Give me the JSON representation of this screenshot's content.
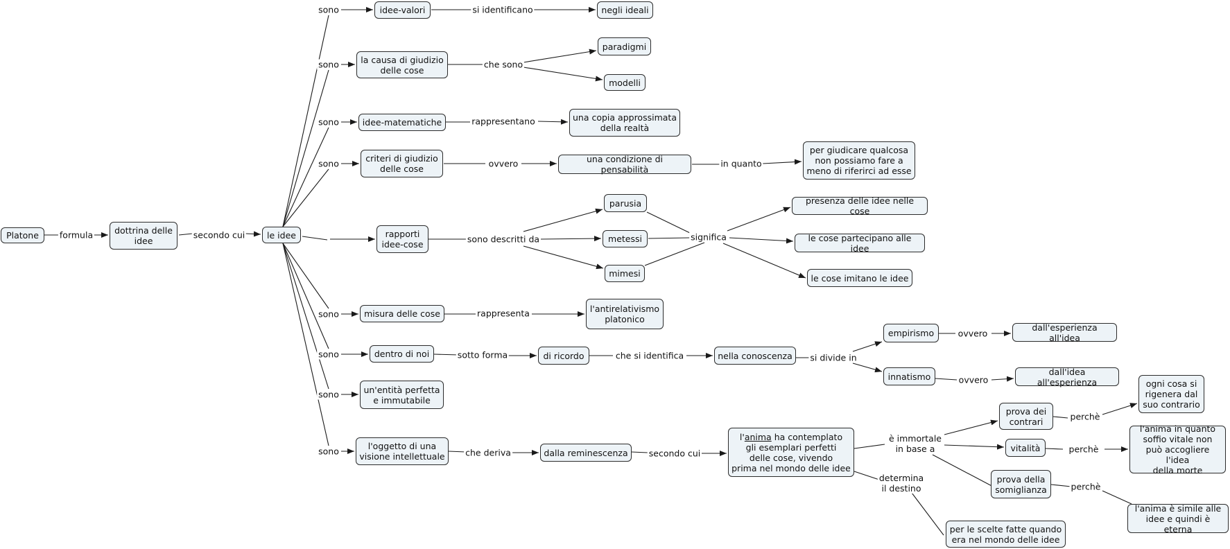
{
  "nodes": {
    "platone": "Platone",
    "dottrina": "dottrina delle\nidee",
    "le_idee": "le idee",
    "idee_valori": "idee-valori",
    "negli_ideali": "negli ideali",
    "causa_giudizio": "la causa di giudizio\ndelle cose",
    "paradigmi": "paradigmi",
    "modelli": "modelli",
    "idee_matematiche": "idee-matematiche",
    "copia_approssimata": "una copia approssimata\ndella realtà",
    "criteri_giudizio": "criteri di giudizio\ndelle cose",
    "condizione_pensabilita": "una condizione di pensabilità",
    "giudicare": "per giudicare qualcosa\nnon possiamo fare a\nmeno di riferirci ad esse",
    "parusia": "parusia",
    "metessi": "metessi",
    "mimesi": "mimesi",
    "rapporti": "rapporti\nidee-cose",
    "presenza": "presenza delle idee nelle cose",
    "partecipano": "le cose partecipano alle idee",
    "imitano": "le cose imitano le idee",
    "misura": "misura delle cose",
    "antirelativismo": "l'antirelativismo\nplatonico",
    "dentro_noi": "dentro di noi",
    "di_ricordo": "di ricordo",
    "conoscenza": "nella conoscenza",
    "empirismo": "empirismo",
    "innatismo": "innatismo",
    "esperienza_idea": "dall'esperienza all'idea",
    "idea_esperienza": "dall'idea all'esperienza",
    "entita_perfetta": "un'entità perfetta\ne immutabile",
    "oggetto_visione": "l'oggetto di una\nvisione intellettuale",
    "reminiscenza": "dalla reminescenza",
    "anima_prefix": "l'",
    "anima_word": "anima",
    "anima_rest": " ha contemplato\ngli esemplari perfetti\ndelle cose, vivendo\nprima nel mondo delle idee",
    "prova_contrari": "prova dei\ncontrari",
    "vitalita": "vitalità",
    "prova_somiglianza": "prova della\nsomiglianza",
    "ogni_cosa": "ogni cosa si\nrigenera dal\nsuo contrario",
    "soffio_vitale": "l'anima in quanto\nsoffio vitale non\npuò accogliere l'idea\ndella morte",
    "simile_idee": "l'anima è simile alle\nidee e quindi è eterna",
    "scelte": "per le scelte fatte quando\nera nel mondo delle idee"
  },
  "links": {
    "formula": "formula",
    "secondo_cui": "secondo cui",
    "sono_1": "sono",
    "sono_2": "sono",
    "sono_3": "sono",
    "sono_4": "sono",
    "sono_5": "sono",
    "sono_6": "sono",
    "sono_7": "sono",
    "sono_8": "sono",
    "si_identificano": "si identificano",
    "che_sono": "che sono",
    "rappresentano": "rappresentano",
    "ovvero_1": "ovvero",
    "in_quanto": "in quanto",
    "sono_descritti_da": "sono descritti da",
    "significa": "significa",
    "rappresenta": "rappresenta",
    "sotto_forma": "sotto forma",
    "che_si_identifica": "che si identifica",
    "si_divide_in": "si divide in",
    "ovvero_2": "ovvero",
    "ovvero_3": "ovvero",
    "che_deriva": "che deriva",
    "secondo_cui_2": "secondo cui",
    "e_immortale": "è immortale\nin base a",
    "determina": "determina\nil destino",
    "perche_1": "perchè",
    "perche_2": "perchè",
    "perche_3": "perchè"
  },
  "colors": {
    "node_fill": "#edf3f7",
    "node_border": "#2b2b2b",
    "line": "#1a1a1a"
  }
}
